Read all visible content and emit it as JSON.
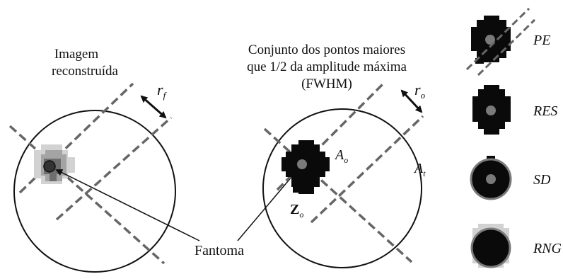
{
  "labels": {
    "left_title_line1": "Imagem",
    "left_title_line2": "reconstruída",
    "mid_title_line1": "Conjunto dos pontos maiores",
    "mid_title_line2": "que 1/2 da amplitude máxima",
    "mid_title_line3": "(FWHM)",
    "fantoma": "Fantoma",
    "r_f_main": "r",
    "r_f_sub": "f",
    "r_o_main": "r",
    "r_o_sub": "o",
    "a_o_main": "A",
    "a_o_sub": "o",
    "a_t_main": "A",
    "a_t_sub": "t",
    "z_o_main": "Z",
    "z_o_sub": "o"
  },
  "legend": [
    {
      "label": "PE",
      "style": "pixel-blob-hatched"
    },
    {
      "label": "RES",
      "style": "pixel-blob"
    },
    {
      "label": "SD",
      "style": "circle-gray-ring"
    },
    {
      "label": "RNG",
      "style": "circle-gray-ring-light-halo"
    }
  ],
  "colors": {
    "line": "#111111",
    "dashed": "#666666",
    "blob_dark": "#0a0a0a",
    "center_dot": "#7a7a7a",
    "halo_light": "#cfcfcf",
    "halo_mid": "#9a9a9a",
    "halo_dark": "#6a6a6a"
  }
}
